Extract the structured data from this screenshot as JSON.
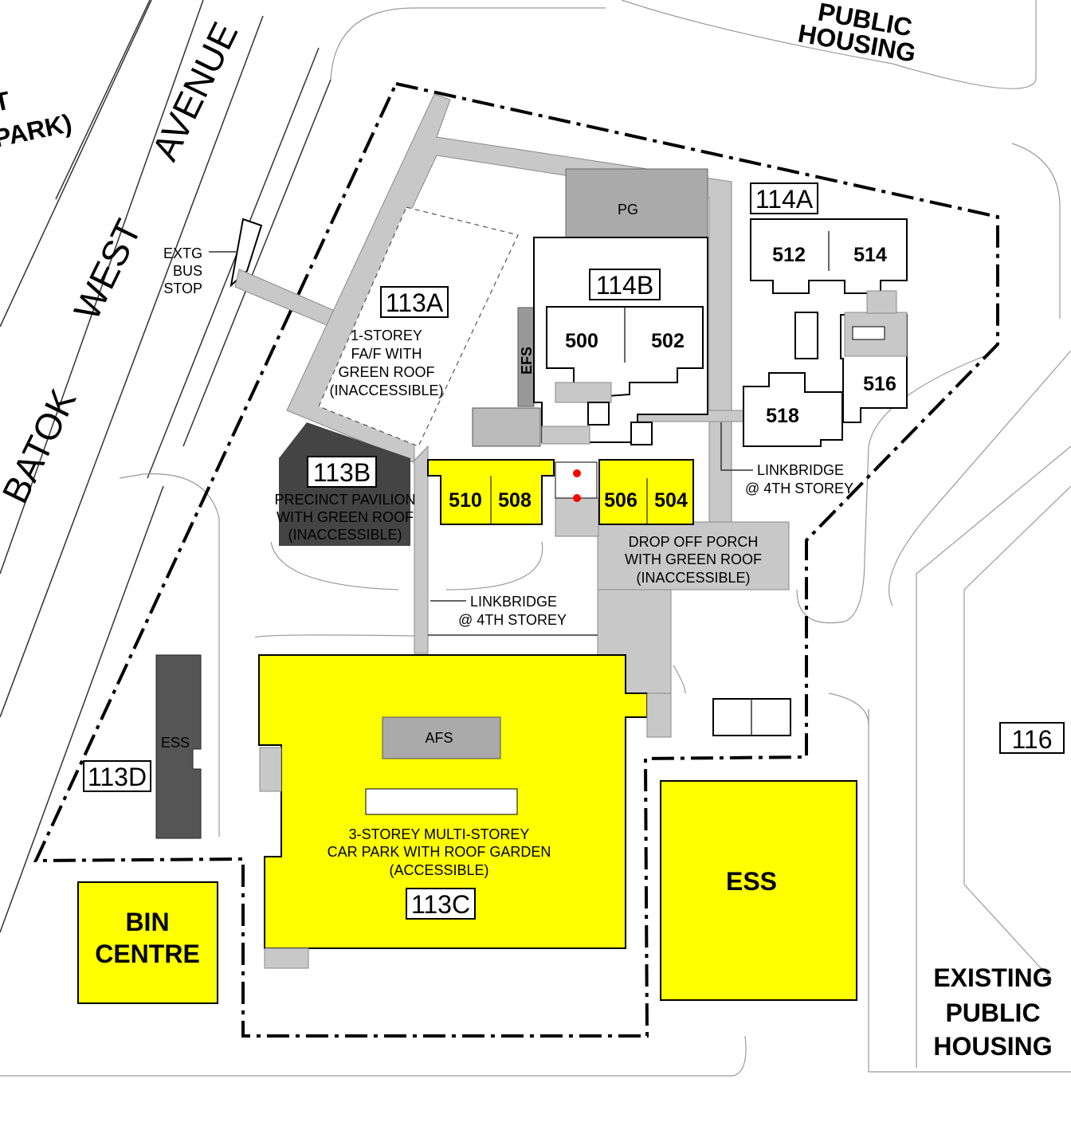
{
  "map": {
    "title_fragments": {
      "top_left_line1": "T",
      "top_left_line2": "PARK)"
    },
    "road": {
      "word1": "BATOK",
      "word2": "WEST",
      "word3": "AVENUE"
    },
    "top_right": {
      "line1": "PUBLIC",
      "line2": "HOUSING"
    },
    "bus_stop": {
      "line1": "EXTG",
      "line2": "BUS",
      "line3": "STOP"
    },
    "blocks": {
      "b113A": {
        "tag": "113A",
        "desc": [
          "1-STOREY",
          "FA/F WITH",
          "GREEN ROOF",
          "(INACCESSIBLE)"
        ]
      },
      "b113B": {
        "tag": "113B",
        "desc": [
          "PRECINCT PAVILION",
          "WITH GREEN ROOF",
          "(INACCESSIBLE)"
        ]
      },
      "b114A": {
        "tag": "114A",
        "units": [
          "512",
          "514",
          "516",
          "518"
        ]
      },
      "b114B": {
        "tag": "114B",
        "units": [
          "500",
          "502"
        ]
      },
      "yellow_units": [
        "510",
        "508",
        "506",
        "504"
      ],
      "b113C": {
        "tag": "113C",
        "desc": [
          "3-STOREY MULTI-STOREY",
          "CAR PARK WITH ROOF GARDEN",
          "(ACCESSIBLE)"
        ],
        "afs": "AFS"
      },
      "b113D": {
        "tag": "113D",
        "ess": "ESS"
      },
      "b116": {
        "tag": "116"
      }
    },
    "pg": "PG",
    "efs": "EFS",
    "linkbridge1": {
      "line1": "LINKBRIDGE",
      "line2": "@ 4TH STOREY"
    },
    "linkbridge2": {
      "line1": "LINKBRIDGE",
      "line2": "@ 4TH STOREY"
    },
    "drop_off": [
      "DROP OFF PORCH",
      "WITH GREEN ROOF",
      "(INACCESSIBLE)"
    ],
    "ess_big": "ESS",
    "bin_centre": {
      "line1": "BIN",
      "line2": "CENTRE"
    },
    "existing_housing": {
      "line1": "EXISTING",
      "line2": "PUBLIC",
      "line3": "HOUSING"
    },
    "colors": {
      "highlight": "#ffff00",
      "path": "#c8c8c8",
      "dark": "#444444",
      "marker": "#ff0000"
    }
  }
}
